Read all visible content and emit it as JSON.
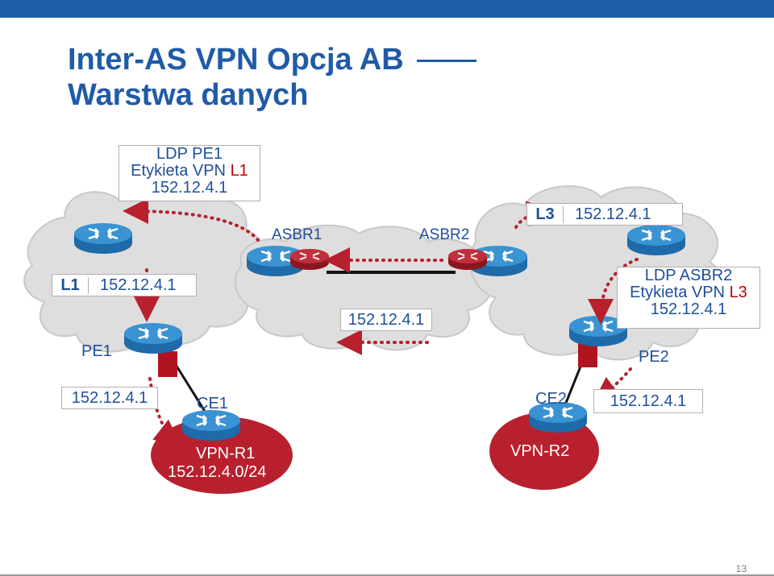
{
  "title": {
    "line1": "Inter-AS VPN Opcja AB",
    "line2": "Warstwa danych"
  },
  "colors": {
    "accent": "#1f5ba8",
    "label_red": "#c00000",
    "cloud": "#d9d9d9",
    "vpn_site": "#b8202e",
    "router_blue": "#2b7fc0",
    "router_red": "#b8202e"
  },
  "boxes": {
    "ldp_pe1": {
      "line1": "LDP PE1",
      "line2_text": "Etykieta VPN ",
      "line2_label": "L1",
      "line3": "152.12.4.1"
    },
    "l3_box": {
      "label": "L3",
      "ip": "152.12.4.1"
    },
    "l1_box": {
      "label": "L1",
      "ip": "152.12.4.1"
    },
    "mid_box": {
      "ip": "152.12.4.1"
    },
    "ldp_asbr2": {
      "line1": "LDP ASBR2",
      "line2_text": "Etykieta VPN ",
      "line2_label": "L3",
      "line3": "152.12.4.1"
    },
    "ce1_packet": {
      "ip": "152.12.4.1"
    },
    "ce2_packet": {
      "ip": "152.12.4.1"
    }
  },
  "labels": {
    "asbr1": "ASBR1",
    "asbr2": "ASBR2",
    "pe1": "PE1",
    "pe2": "PE2",
    "ce1": "CE1",
    "ce2": "CE2",
    "vpn_r1": "VPN-R1",
    "vpn_r1_prefix": "152.12.4.0/24",
    "vpn_r2": "VPN-R2"
  },
  "page_number": "13"
}
